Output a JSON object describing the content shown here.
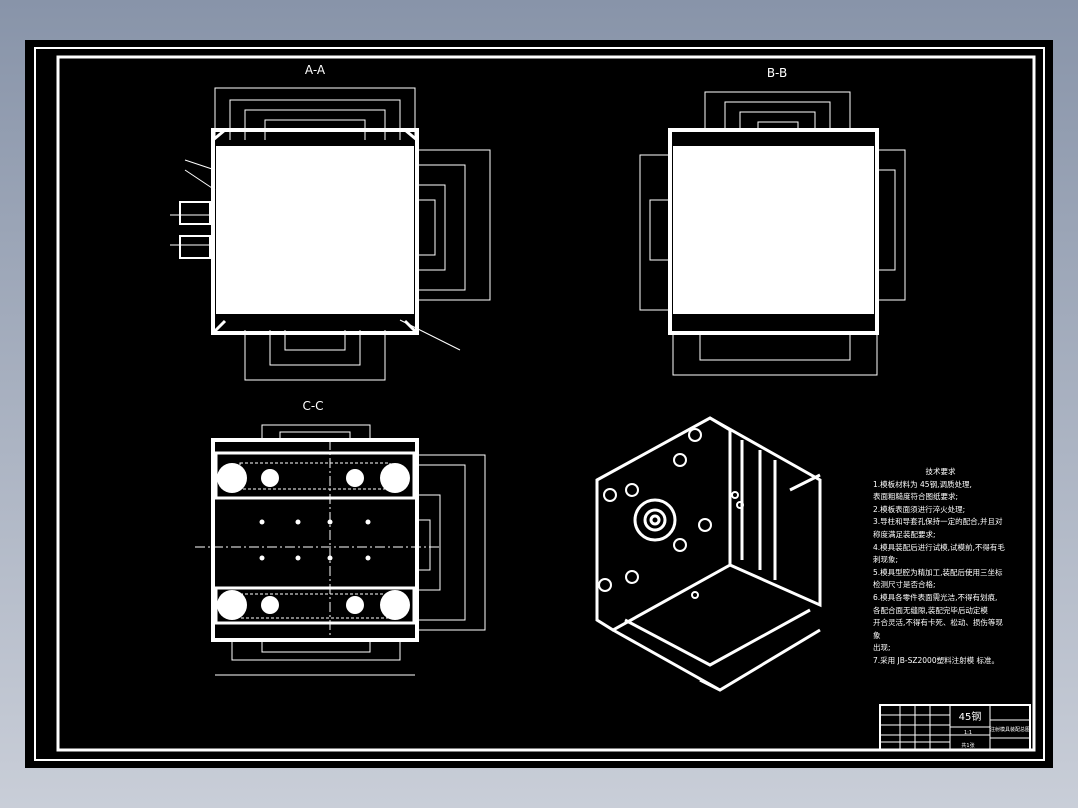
{
  "views": {
    "aa": "A-A",
    "bb": "B-B",
    "cc": "C-C"
  },
  "notes": {
    "title": "技术要求",
    "lines": [
      "1.模板材料为 45钢,调质处理,",
      "表面粗糙度符合图纸要求;",
      "2.模板表面须进行淬火处理;",
      "3.导柱和导套孔保持一定的配合,并且对",
      "称度满足装配要求;",
      "4.模具装配后进行试模,试模前,不得有毛",
      "刺现象;",
      "5.模具型腔为精加工,装配后使用三坐标",
      "检测尺寸是否合格;",
      "6.模具各零件表面需光洁,不得有划痕,",
      "各配合面无缝隙,装配完毕后动定模",
      "开合灵活,不得有卡死、松动、损伤等现象",
      "出现;",
      "7.采用 JB-SZ2000塑料注射模 标准。"
    ]
  },
  "title_block": {
    "material": "45钢",
    "drawing_name": "注射模具装配总图",
    "scale": "1:1",
    "sheet": "共1张"
  },
  "colors": {
    "background": "#000000",
    "lines": "#ffffff"
  }
}
